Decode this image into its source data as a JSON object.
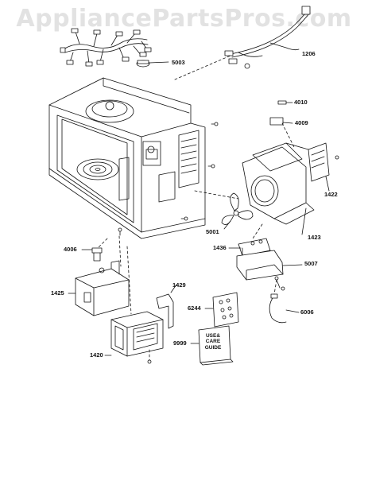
{
  "watermark": "AppliancePartsPros.com",
  "parts": {
    "p5003": "5003",
    "p1206": "1206",
    "p4010": "4010",
    "p4009": "4009",
    "p1422": "1422",
    "p5001": "5001",
    "p1423": "1423",
    "p1436": "1436",
    "p5007": "5007",
    "p4006": "4006",
    "p1425": "1425",
    "p1429": "1429",
    "p6244": "6244",
    "p6006": "6006",
    "p9999": "9999",
    "p1420": "1420"
  },
  "guide_book": {
    "line1": "USE&",
    "line2": "CARE",
    "line3": "GUIDE"
  }
}
